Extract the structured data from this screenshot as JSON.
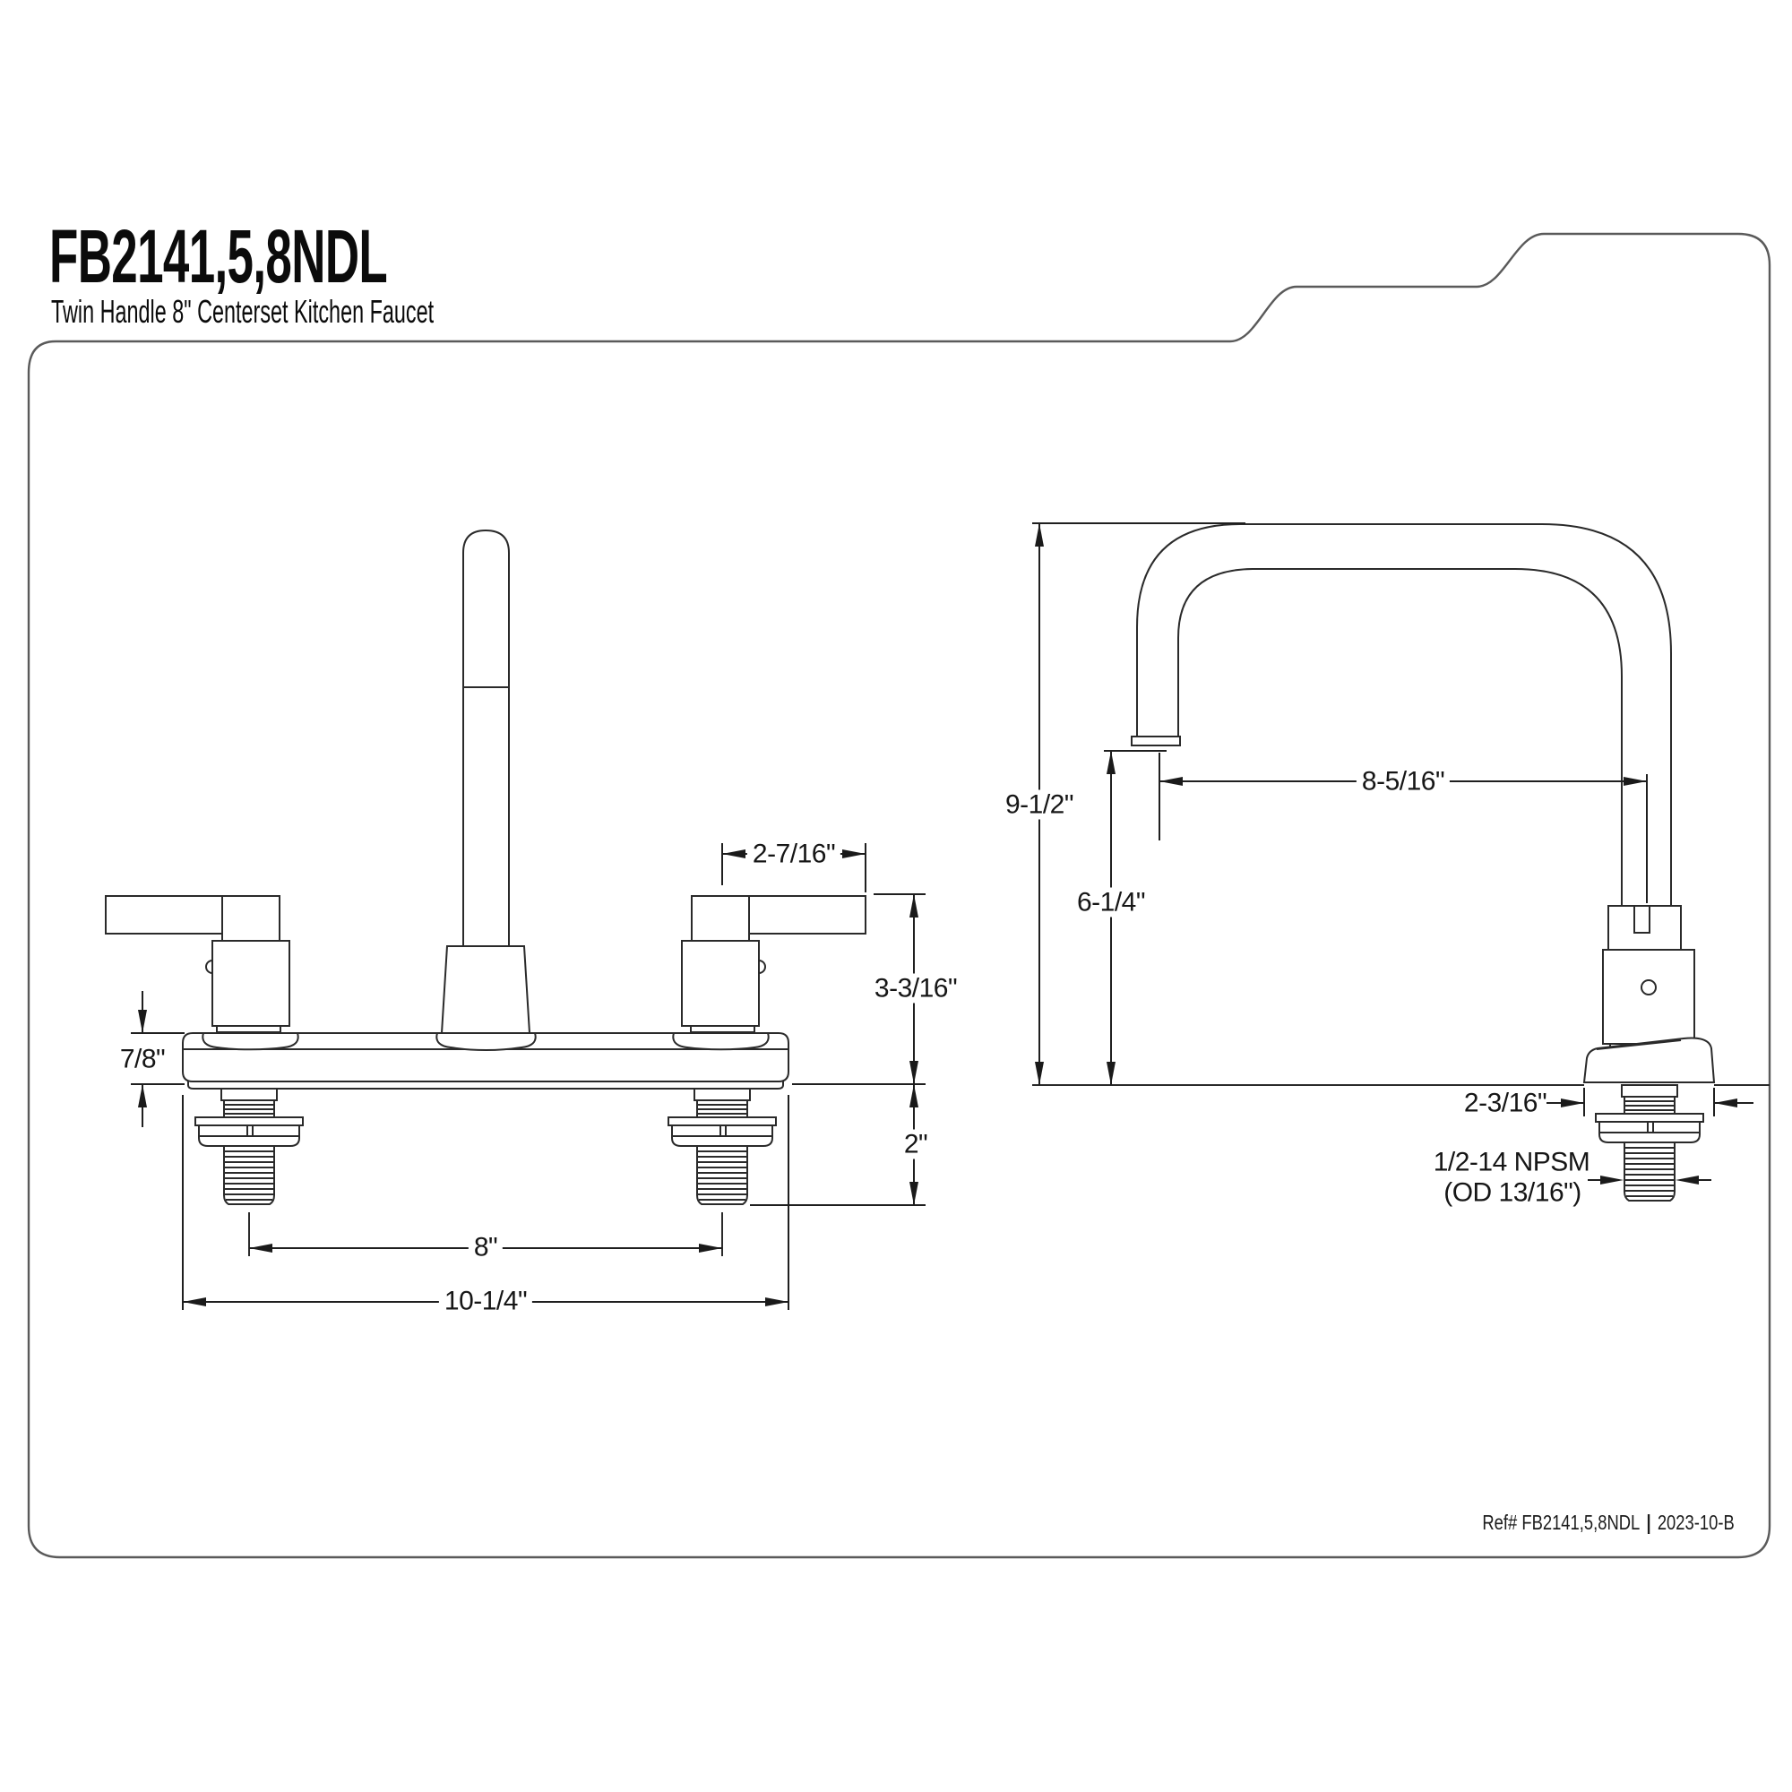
{
  "page": {
    "title": "FB2141,5,8NDL",
    "subtitle": "Twin Handle 8\" Centerset Kitchen Faucet"
  },
  "drawing_type": "technical-spec-sheet",
  "views": [
    "front-view",
    "side-view"
  ],
  "dimensions": {
    "front": {
      "handle_width": "2-7/16\"",
      "handle_height": "3-3/16\"",
      "deck_thickness": "7/8\"",
      "shank_length": "2\"",
      "faucet_centers": "8\"",
      "overall_width": "10-1/4\""
    },
    "side": {
      "overall_height": "9-1/2\"",
      "spout_clearance": "6-1/4\"",
      "spout_reach": "8-5/16\"",
      "base_width": "2-3/16\"",
      "shank_thread_line1": "1/2-14 NPSM",
      "shank_thread_line2": "(OD 13/16\")"
    }
  },
  "footer": {
    "ref": "Ref# FB2141,5,8NDL",
    "separator": "|",
    "revision": "2023-10-B"
  },
  "colors": {
    "line": "#2a2a2a",
    "border": "#5a5a5a",
    "background": "#ffffff"
  }
}
